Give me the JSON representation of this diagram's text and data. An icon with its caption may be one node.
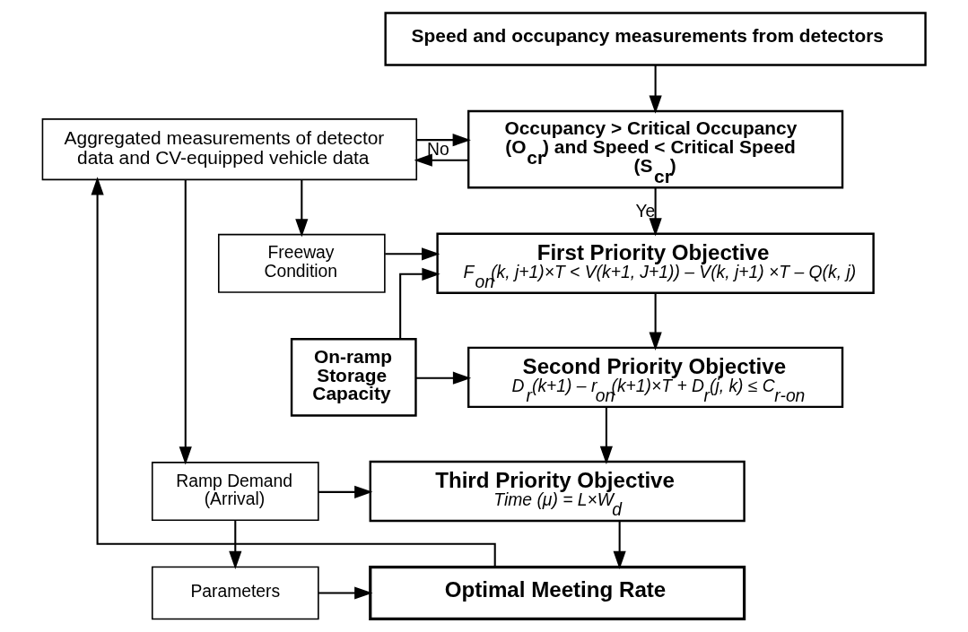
{
  "diagram": {
    "nodes": [
      {
        "text": [
          "Speed and occupancy measurements from detectors"
        ]
      },
      {
        "text": [
          "Aggregated measurements of detector data and CV-equipped vehicle data"
        ]
      },
      {
        "text": [
          "Occupancy > Critical Occupancy (O$_{cr}$) and Speed < Critical Speed (S$_{cr}$)"
        ]
      },
      {
        "text": [
          "Freeway Condition"
        ]
      },
      {
        "text": [
          "First Priority Objective",
          "F$_{on}$(k, j+1)×T < V(k+1, J+1)) – V(k, j+1) ×T – Q(k, j)"
        ]
      },
      {
        "text": [
          "Second Priority Objective",
          "D$_{r}$(k+1) – r$_{on}$(k+1)×T + D$_{r}$(j, k) ≤ C$_{r-on}$"
        ]
      },
      {
        "text": [
          "On-ramp Storage Capacity"
        ]
      },
      {
        "text": [
          "Ramp Demand (Arrival)"
        ]
      },
      {
        "text": [
          "Third Priority Objective",
          "Time (μ) = L×W$_{d}$"
        ]
      },
      {
        "text": [
          "Parameters"
        ]
      },
      {
        "text": [
          "Optimal Meeting Rate"
        ]
      }
    ],
    "edges": [
      {
        "from": 0,
        "to": 2,
        "arrow": "to"
      },
      {
        "from": 1,
        "to": 2,
        "arrow": "to"
      },
      {
        "from": 2,
        "to": 1,
        "arrow": "to",
        "label": "No"
      },
      {
        "from": 2,
        "to": 4,
        "arrow": "to",
        "label": "Ye"
      },
      {
        "from": 1,
        "to": 3,
        "arrow": "to"
      },
      {
        "from": 3,
        "to": 4,
        "arrow": "to"
      },
      {
        "from": 6,
        "to": 4,
        "arrow": "to"
      },
      {
        "from": 4,
        "to": 5,
        "arrow": "to"
      },
      {
        "from": 6,
        "to": 5,
        "arrow": "to"
      },
      {
        "from": 1,
        "to": 7,
        "arrow": "to"
      },
      {
        "from": 7,
        "to": 8,
        "arrow": "to"
      },
      {
        "from": 5,
        "to": 8,
        "arrow": "to"
      },
      {
        "from": 7,
        "to": 9,
        "arrow": "to"
      },
      {
        "from": 9,
        "to": 10,
        "arrow": "to"
      },
      {
        "from": 8,
        "to": 10,
        "arrow": "to"
      },
      {
        "from": 10,
        "to": 1,
        "arrow": "to"
      }
    ]
  }
}
